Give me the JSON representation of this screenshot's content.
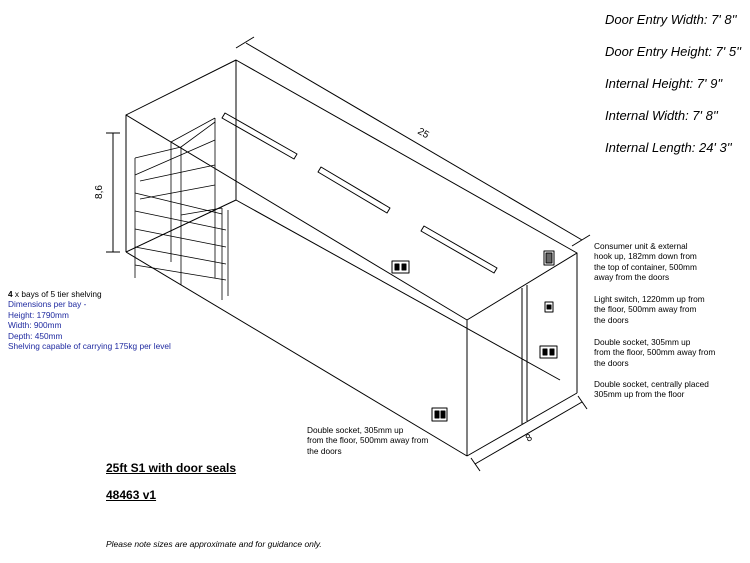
{
  "specs": [
    "Door Entry Width: 7' 8''",
    "Door Entry Height: 7' 5''",
    "Internal Height: 7' 9''",
    "Internal Width: 7' 8''",
    "Internal Length: 24' 3''"
  ],
  "dimensions": {
    "length": "25",
    "height": "8,6",
    "width": "8"
  },
  "shelving": {
    "count": "4",
    "lead": " x bays of 5 tier shelving",
    "lines": [
      "Dimensions per bay -",
      "Height: 1790mm",
      "Width: 900mm",
      "Depth: 450mm",
      "Shelving capable of carrying 175kg per level"
    ]
  },
  "notes": {
    "consumer_unit": "Consumer unit & external\nhook up, 182mm down from\nthe top of container, 500mm\naway from the doors",
    "light_switch": "Light switch, 1220mm up from\nthe floor, 500mm away from\nthe doors",
    "double_socket_right": "Double socket, 305mm up\nfrom the floor, 500mm away from\nthe doors",
    "double_socket_central": "Double socket, centrally placed\n305mm up from the floor",
    "double_socket_left": "Double socket, 305mm up\nfrom the floor, 500mm away from\nthe doors"
  },
  "title": "25ft S1 with door seals",
  "reference": "48463 v1",
  "footer": "Please note sizes are approximate and for guidance only."
}
